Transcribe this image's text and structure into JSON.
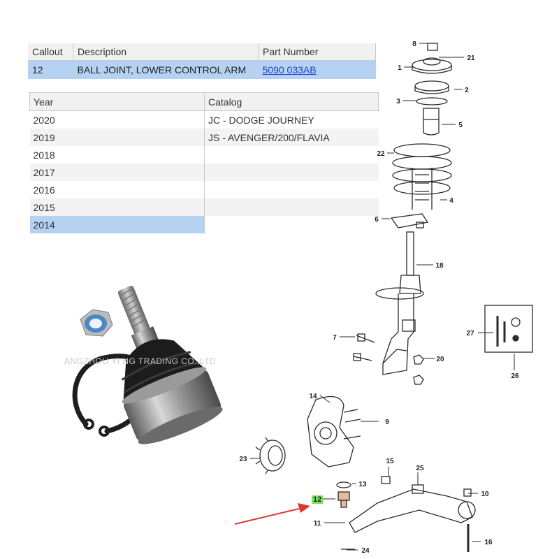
{
  "parts_table": {
    "headers": [
      "Callout",
      "Description",
      "Part Number"
    ],
    "row": {
      "callout": "12",
      "description": "BALL JOINT, LOWER CONTROL ARM",
      "part_number": "5090 033AB"
    }
  },
  "catalog_table": {
    "headers": [
      "Year",
      "Catalog"
    ],
    "years": [
      "2020",
      "2019",
      "2018",
      "2017",
      "2016",
      "2015",
      "2014"
    ],
    "catalogs": [
      "JC - DODGE JOURNEY",
      "JS - AVENGER/200/FLAVIA"
    ],
    "selected_year": "2014"
  },
  "watermark": "ANGZHOU YI NG TRADING CO.,LTD",
  "callouts": {
    "c8": "8",
    "c21": "21",
    "c1": "1",
    "c2": "2",
    "c3": "3",
    "c5": "5",
    "c22": "22",
    "c4": "4",
    "c6": "6",
    "c18": "18",
    "c7": "7",
    "c20": "20",
    "c27": "27",
    "c26": "26",
    "c14": "14",
    "c9": "9",
    "c23": "23",
    "c15": "15",
    "c25": "25",
    "c13": "13",
    "c10": "10",
    "c12": "12",
    "c11": "11",
    "c16": "16",
    "c24": "24"
  },
  "colors": {
    "selection": "#b6d2f2",
    "link": "#1a3fd0",
    "highlight": "#7be35c",
    "arrow": "#e0372c"
  }
}
